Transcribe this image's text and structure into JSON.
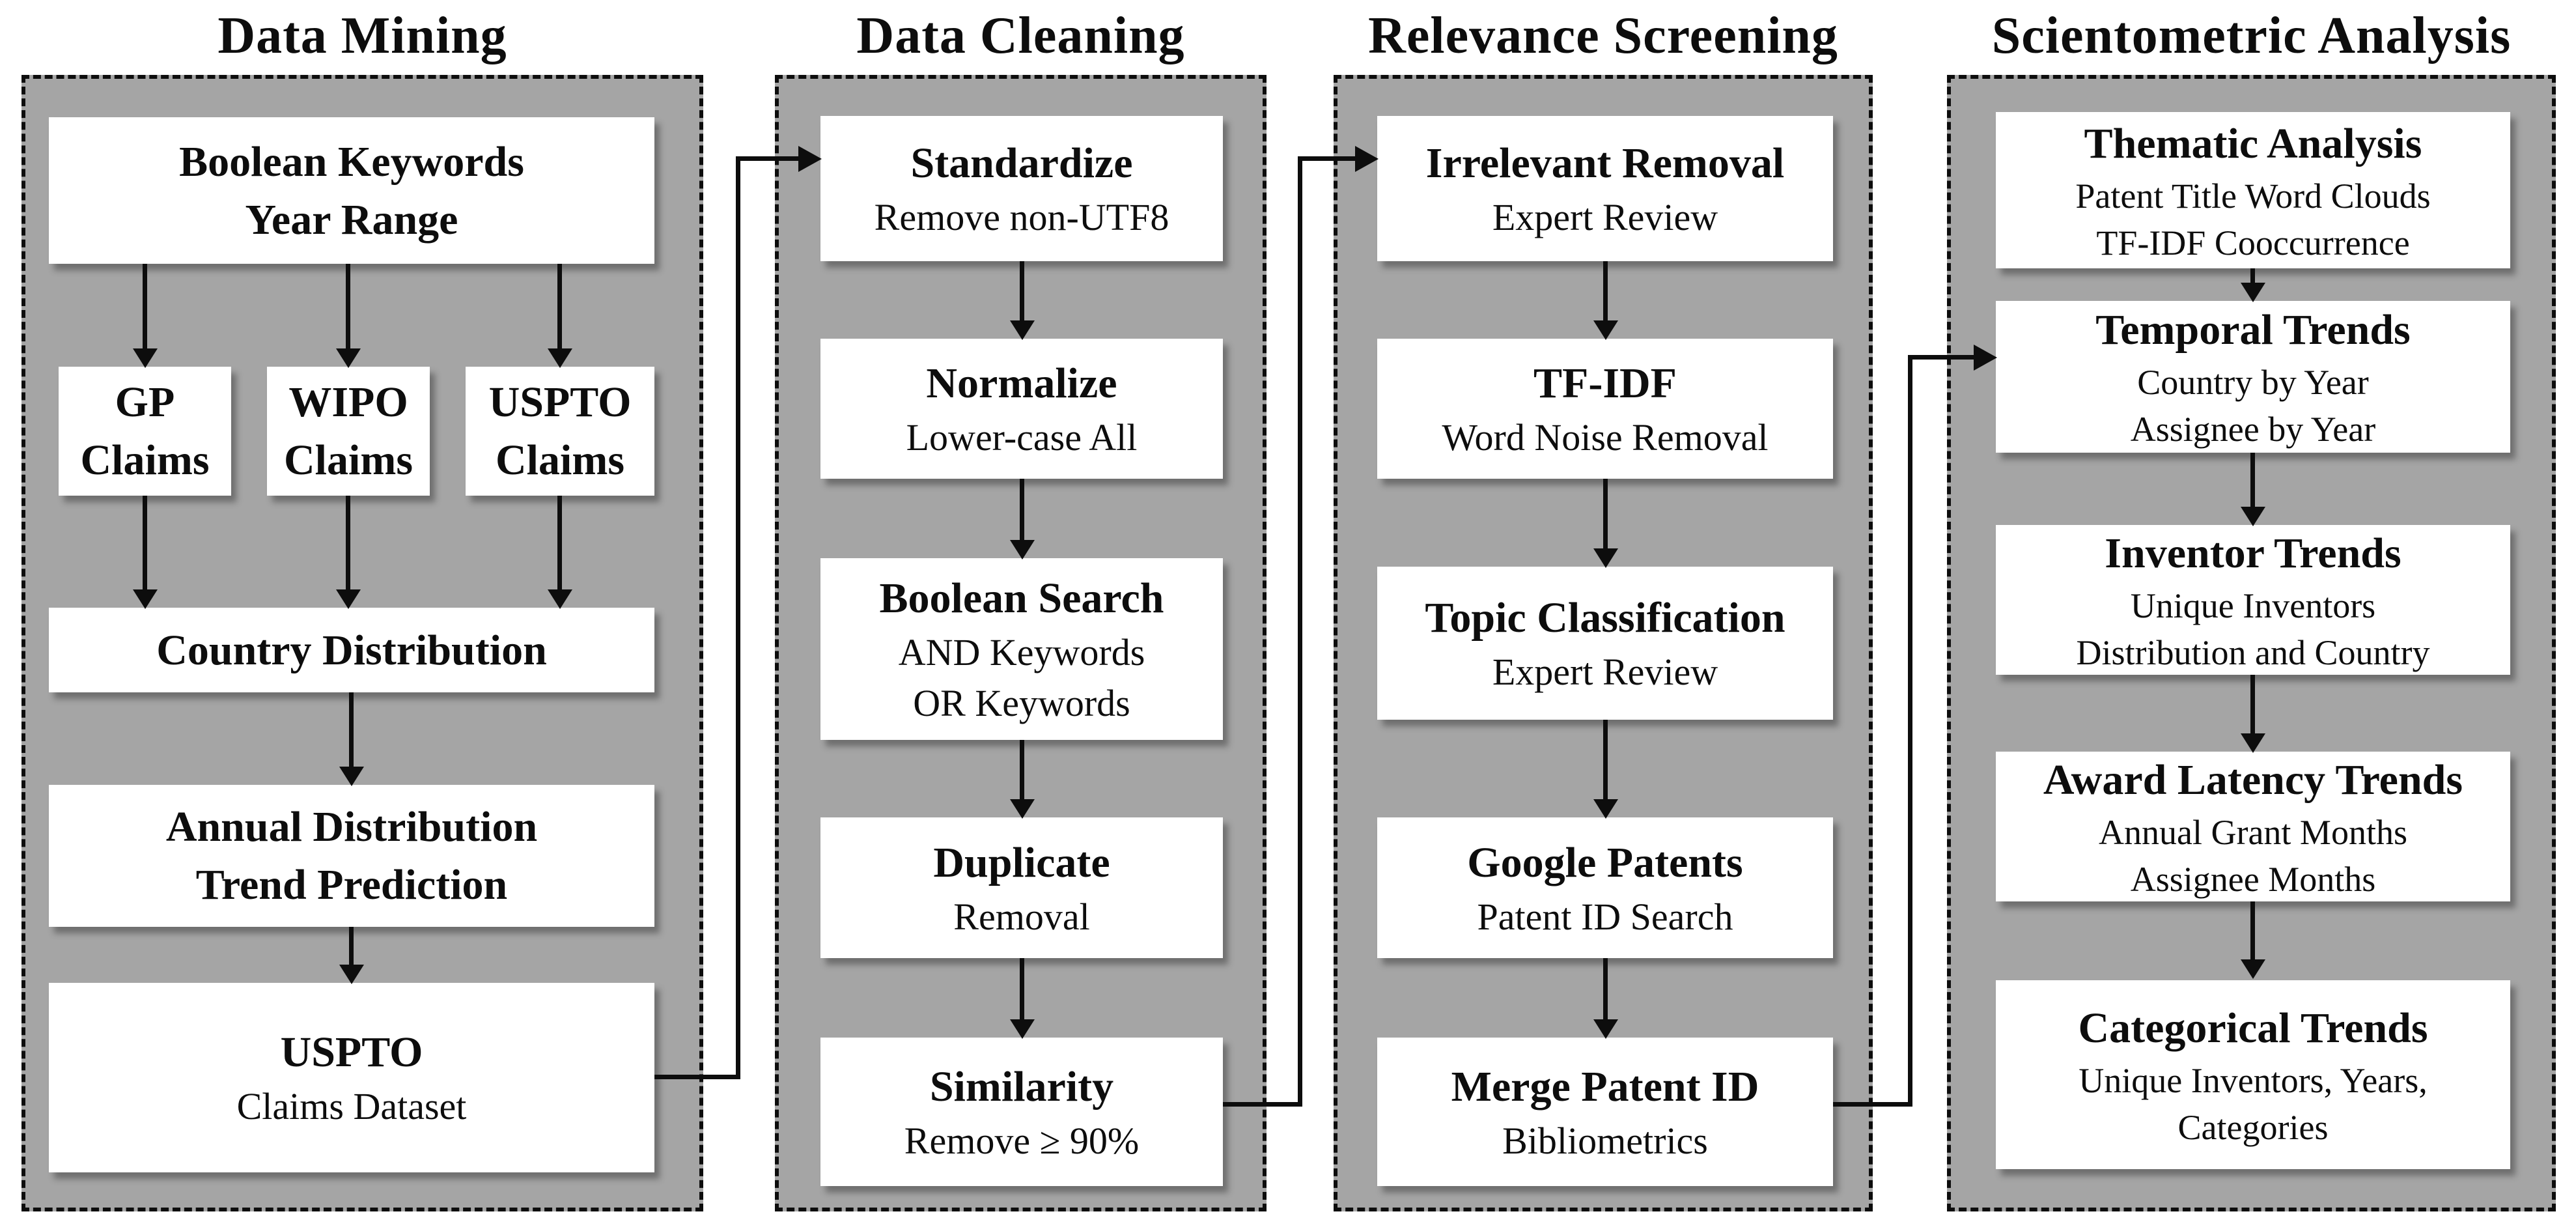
{
  "figure_type": "flowchart",
  "colors": {
    "background": "#ffffff",
    "panel_fill": "#a5a5a5",
    "panel_border": "#0d0d0d",
    "box_fill": "#ffffff",
    "arrow_and_text": "#0d0d0d"
  },
  "columns": [
    {
      "title": "Data Mining",
      "boxes": [
        {
          "name": "boolean-keywords",
          "lines": [
            "Boolean Keywords",
            "Year Range"
          ]
        },
        {
          "name": "gp-claims",
          "lines": [
            "GP",
            "Claims"
          ]
        },
        {
          "name": "wipo-claims",
          "lines": [
            "WIPO",
            "Claims"
          ]
        },
        {
          "name": "uspto-claims",
          "lines": [
            "USPTO",
            "Claims"
          ]
        },
        {
          "name": "country-distribution",
          "lines": [
            "Country Distribution"
          ]
        },
        {
          "name": "annual-distribution",
          "lines": [
            "Annual Distribution",
            "Trend Prediction"
          ]
        },
        {
          "name": "uspto-claims-dataset",
          "lines": [
            "USPTO",
            "Claims Dataset"
          ]
        }
      ]
    },
    {
      "title": "Data Cleaning",
      "boxes": [
        {
          "name": "standardize",
          "lines": [
            "Standardize",
            "Remove non-UTF8"
          ]
        },
        {
          "name": "normalize",
          "lines": [
            "Normalize",
            "Lower-case All"
          ]
        },
        {
          "name": "boolean-search",
          "lines": [
            "Boolean Search",
            "AND Keywords",
            "OR Keywords"
          ]
        },
        {
          "name": "duplicate",
          "lines": [
            "Duplicate",
            "Removal"
          ]
        },
        {
          "name": "similarity",
          "lines": [
            "Similarity",
            "Remove ≥ 90%"
          ]
        }
      ]
    },
    {
      "title": "Relevance Screening",
      "boxes": [
        {
          "name": "irrelevant-removal",
          "lines": [
            "Irrelevant Removal",
            "Expert Review"
          ]
        },
        {
          "name": "tf-idf",
          "lines": [
            "TF-IDF",
            "Word Noise Removal"
          ]
        },
        {
          "name": "topic-classification",
          "lines": [
            "Topic Classification",
            "Expert Review"
          ]
        },
        {
          "name": "google-patents",
          "lines": [
            "Google Patents",
            "Patent ID Search"
          ]
        },
        {
          "name": "merge-patent-id",
          "lines": [
            "Merge Patent ID",
            "Bibliometrics"
          ]
        }
      ]
    },
    {
      "title": "Scientometric Analysis",
      "boxes": [
        {
          "name": "thematic-analysis",
          "lines": [
            "Thematic Analysis",
            "Patent Title Word Clouds",
            "TF-IDF  Cooccurrence"
          ]
        },
        {
          "name": "temporal-trends",
          "lines": [
            "Temporal Trends",
            "Country by Year",
            "Assignee by Year"
          ]
        },
        {
          "name": "inventor-trends",
          "lines": [
            "Inventor Trends",
            "Unique Inventors",
            "Distribution and Country"
          ]
        },
        {
          "name": "award-latency-trends",
          "lines": [
            "Award Latency Trends",
            "Annual Grant Months",
            "Assignee Months"
          ]
        },
        {
          "name": "categorical-trends",
          "lines": [
            "Categorical Trends",
            "Unique Inventors, Years,",
            "Categories"
          ]
        }
      ]
    }
  ]
}
